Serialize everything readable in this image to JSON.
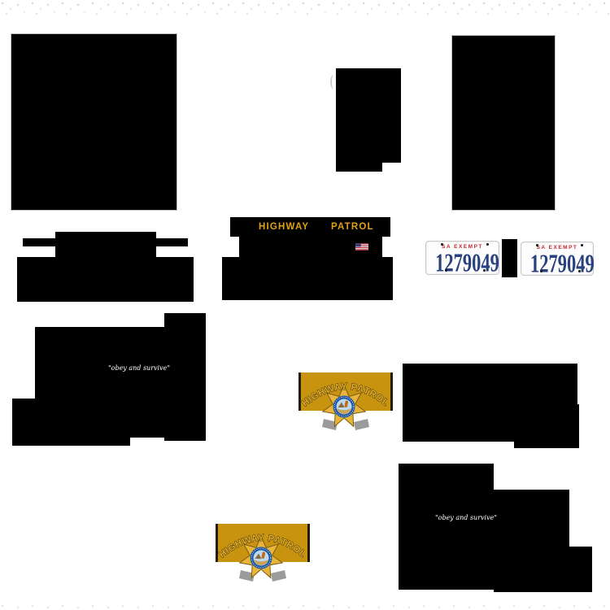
{
  "sheet_type": "police-vehicle-livery-texture",
  "trunk_decal": {
    "word_left": "HIGHWAY",
    "word_right": "PATROL",
    "text_color": "#E0A018",
    "background": "#000000"
  },
  "door_badge": {
    "arc_text": "HIGHWAY PATROL",
    "panel_gold": "#C8930E",
    "letter_fill": "#DFAE2E",
    "letter_outline": "#33270A",
    "star_gold": "#E8B53A",
    "seal_ring_blue": "#1F57A5"
  },
  "license_plate": {
    "header": "SA EXEMPT",
    "number": "1279049",
    "header_color": "#C2272D",
    "number_color": "#27417E",
    "plate_background": "#FDFDFD"
  },
  "motto": {
    "text": "\"obey and survive\"",
    "color": "#FFFFFF"
  },
  "icons": {
    "flag": "us-flag-icon",
    "badge": "chp-star-badge-icon"
  }
}
